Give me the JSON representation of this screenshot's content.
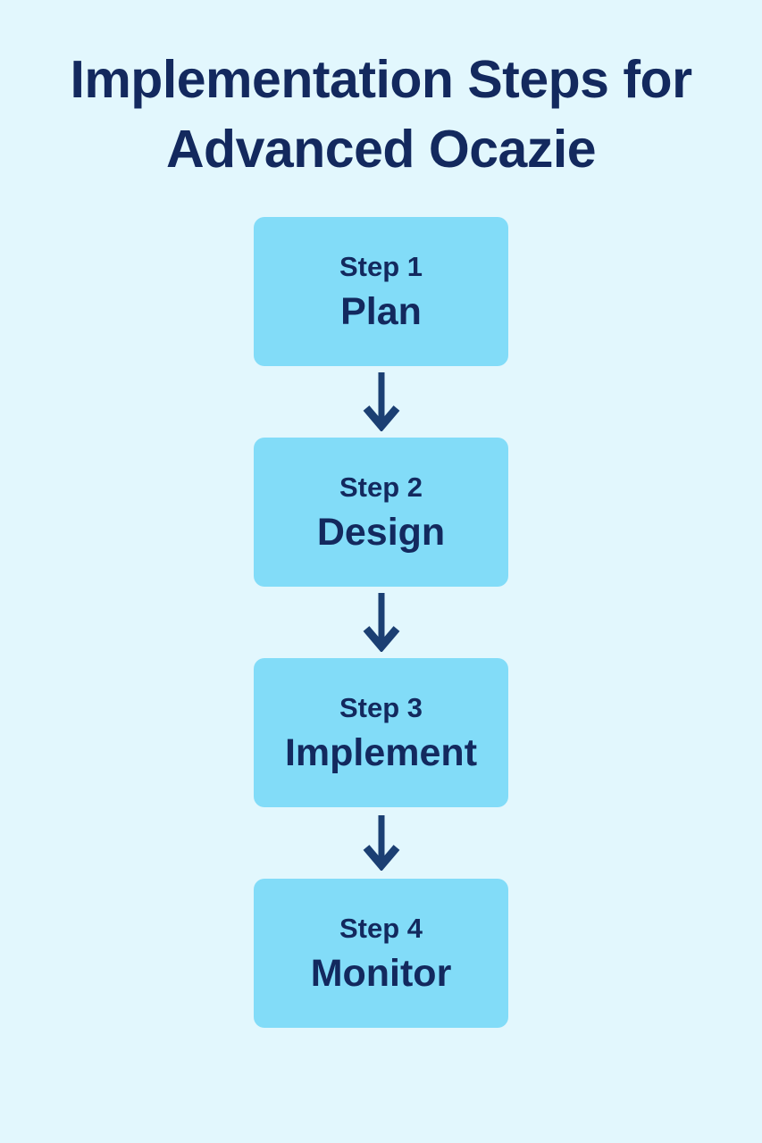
{
  "title": {
    "line1": "Implementation Steps for",
    "line2": "Advanced Ocazie"
  },
  "theme": {
    "background": "#e2f7fd",
    "box_fill": "#82dcf8",
    "text_navy": "#13295e",
    "arrow": "#1b3f73"
  },
  "chart_data": {
    "type": "flowchart",
    "orientation": "vertical",
    "title": "Implementation Steps for Advanced Ocazie",
    "connector": "arrow-down",
    "nodes": [
      {
        "index": "Step 1",
        "label": "Plan"
      },
      {
        "index": "Step 2",
        "label": "Design"
      },
      {
        "index": "Step 3",
        "label": "Implement"
      },
      {
        "index": "Step 4",
        "label": "Monitor"
      }
    ]
  },
  "steps": [
    {
      "index": "Step 1",
      "label": "Plan"
    },
    {
      "index": "Step 2",
      "label": "Design"
    },
    {
      "index": "Step 3",
      "label": "Implement"
    },
    {
      "index": "Step 4",
      "label": "Monitor"
    }
  ]
}
